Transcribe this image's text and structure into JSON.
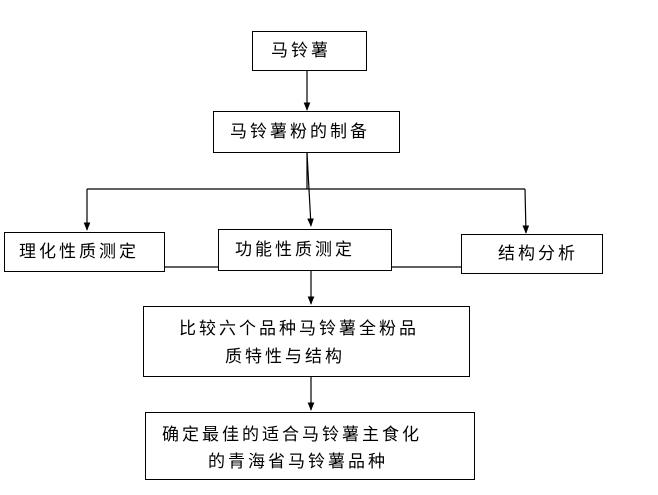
{
  "flowchart": {
    "root": "马铃薯",
    "step1": "马铃薯粉的制备",
    "branch_left": "理化性质测定",
    "branch_middle": "功能性质测定",
    "branch_right": "结构分析",
    "compare_line1": "比较六个品种马铃薯全粉品",
    "compare_line2": "质特性与结构",
    "result_line1": "确定最佳的适合马铃薯主食化",
    "result_line2": "的青海省马铃薯品种"
  }
}
